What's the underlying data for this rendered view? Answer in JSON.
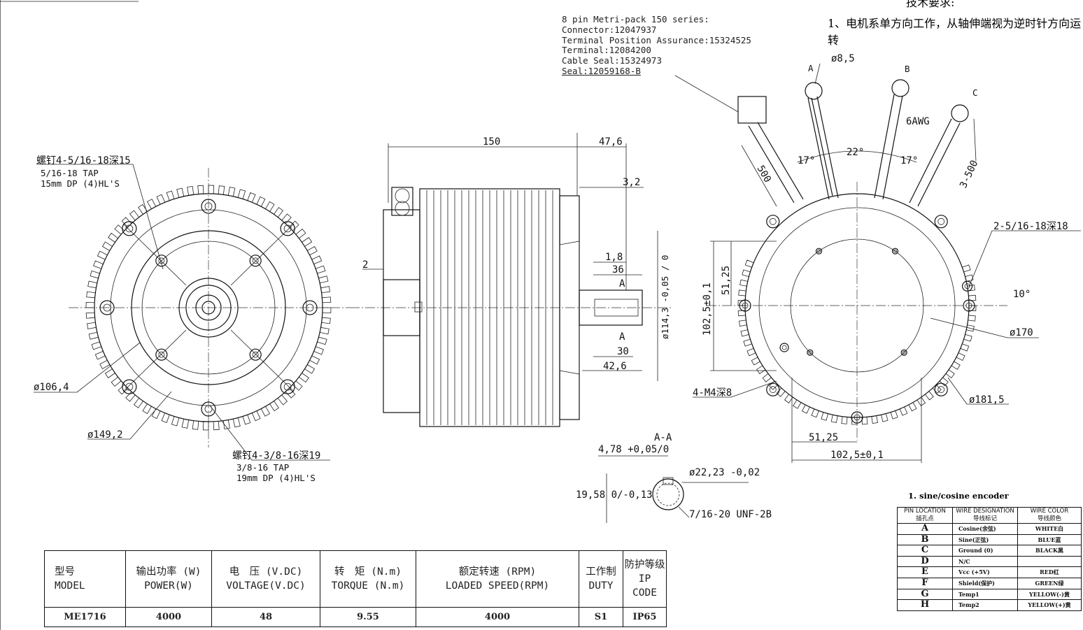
{
  "notes": {
    "title": "技术要求:",
    "item1": "1、电机系单方向工作，从轴伸端视为逆时针方向运转"
  },
  "connector": {
    "lines": [
      "8 pin Metri-pack 150 series:",
      "Connector:12047937",
      "Terminal Position Assurance:15324525",
      "Terminal:12084200",
      "Cable Seal:15324973",
      "Seal:12059168-B"
    ]
  },
  "front_view": {
    "tap1_title": "螺钉4-5/16-18深15",
    "tap1_line1": "5/16-18 TAP",
    "tap1_line2": "15mm DP (4)HL'S",
    "dia_106": "ø106,4",
    "dia_149": "ø149,2",
    "tap2_title": "螺钉4-3/8-16深19",
    "tap2_line1": "3/8-16 TAP",
    "tap2_line2": "19mm DP (4)HL'S"
  },
  "side_view": {
    "d150": "150",
    "d47": "47,6",
    "d3": "3,2",
    "d2": "2",
    "d18": "1,8",
    "d36": "36",
    "a_top": "A",
    "a_bot": "A",
    "d30": "30",
    "d42": "42,6",
    "dia114": "ø114,3 -0,05 / 0"
  },
  "section": {
    "title": "A-A",
    "key": "4,78 +0,05/0",
    "dia22": "ø22,23 -0,02",
    "d19": "19,58 0/-0,13",
    "thread": "7/16-20 UNF-2B"
  },
  "rear_view": {
    "d85": "ø8,5",
    "pA": "A",
    "pB": "B",
    "pC": "C",
    "awg": "6AWG",
    "ang1": "17°",
    "ang2": "22°",
    "ang3": "17°",
    "len1": "500",
    "len2": "3-500",
    "tap": "2-5/16-18深18",
    "ang10": "10°",
    "dia170": "ø170",
    "dia181": "ø181,5",
    "m4": "4-M4深8",
    "d51v": "51,25",
    "d102v": "102,5±0,1",
    "d51h": "51,25",
    "d102h": "102,5±0,1"
  },
  "spec_table": {
    "headers": [
      {
        "cn": "型号",
        "en": "MODEL"
      },
      {
        "cn": "输出功率 (W)",
        "en": "POWER(W)"
      },
      {
        "cn": "电　压 (V.DC)",
        "en": "VOLTAGE(V.DC)"
      },
      {
        "cn": "转　矩 (N.m)",
        "en": "TORQUE (N.m)"
      },
      {
        "cn": "额定转速 (RPM)",
        "en": "LOADED SPEED(RPM)"
      },
      {
        "cn": "工作制",
        "en": "DUTY"
      },
      {
        "cn": "防护等级",
        "en": "IP CODE"
      }
    ],
    "values": [
      "ME1716",
      "4000",
      "48",
      "9.55",
      "4000",
      "S1",
      "IP65"
    ]
  },
  "encoder_table": {
    "title": "1. sine/cosine encoder",
    "headers": [
      {
        "en": "PIN LOCATION",
        "cn": "插孔点"
      },
      {
        "en": "WIRE DESIGNATION",
        "cn": "导线标记"
      },
      {
        "en": "WIRE COLOR",
        "cn": "导线颜色"
      }
    ],
    "rows": [
      {
        "pin": "A",
        "wire": "Cosine(余弦)",
        "color": "WHITE白"
      },
      {
        "pin": "B",
        "wire": "Sine(正弦)",
        "color": "BLUE蓝"
      },
      {
        "pin": "C",
        "wire": "Ground (0)",
        "color": "BLACK黑"
      },
      {
        "pin": "D",
        "wire": "N/C",
        "color": ""
      },
      {
        "pin": "E",
        "wire": "Vcc (+5V)",
        "color": "RED红"
      },
      {
        "pin": "F",
        "wire": "Shield(保护)",
        "color": "GREEN绿"
      },
      {
        "pin": "G",
        "wire": "Temp1",
        "color": "YELLOW(-)黄"
      },
      {
        "pin": "H",
        "wire": "Temp2",
        "color": "YELLOW(+)黄"
      }
    ]
  }
}
